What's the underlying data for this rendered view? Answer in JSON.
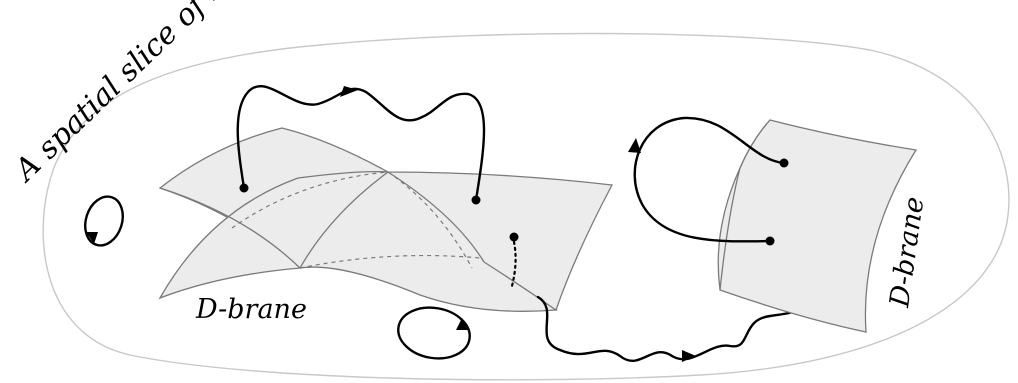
{
  "labels": {
    "spacetime": "A spatial slice of space-time",
    "dbrane_left": "D-brane",
    "dbrane_right": "D-brane"
  },
  "colors": {
    "slice_outline": "#c8c8c8",
    "brane_fill": "#ececec",
    "brane_edge": "#7a7a7a",
    "string": "#000000"
  }
}
